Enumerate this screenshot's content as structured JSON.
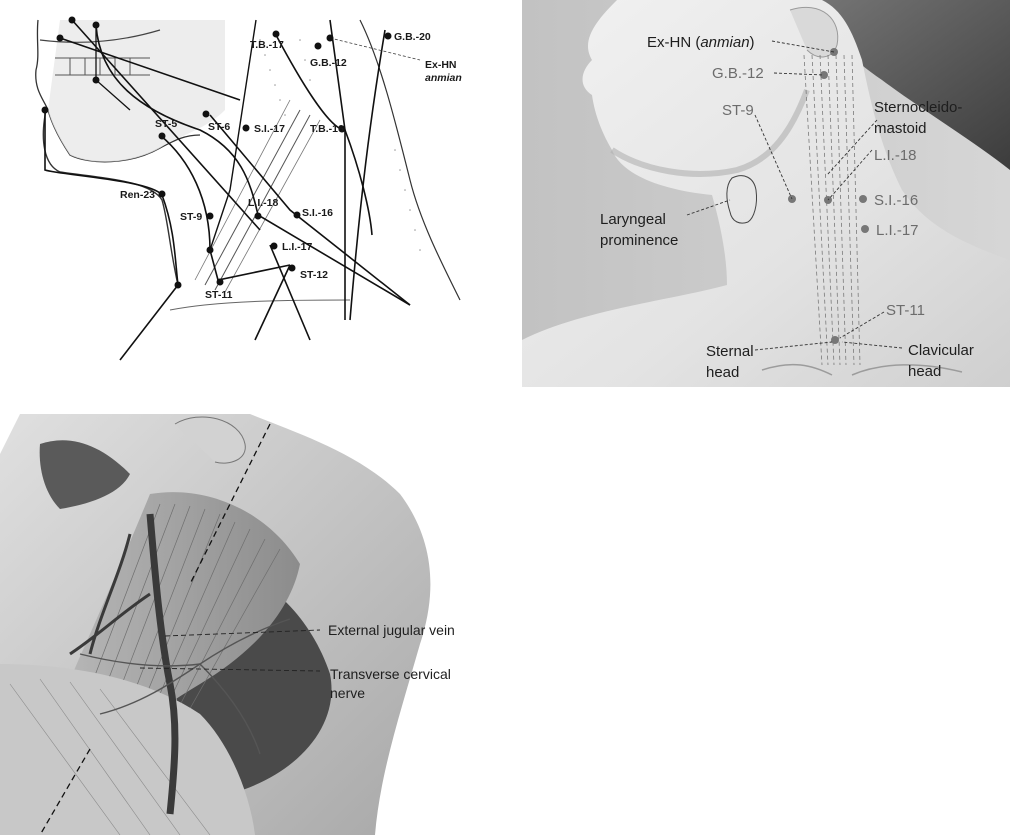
{
  "panel_a": {
    "points": [
      {
        "id": "gb20",
        "label": "G.B.-20"
      },
      {
        "id": "tb17",
        "label": "T.B.-17"
      },
      {
        "id": "gb12",
        "label": "G.B.-12"
      },
      {
        "id": "exhn",
        "label": "Ex-HN",
        "sub": "anmian"
      },
      {
        "id": "st5",
        "label": "ST-5"
      },
      {
        "id": "st6",
        "label": "ST-6"
      },
      {
        "id": "si17",
        "label": "S.I.-17"
      },
      {
        "id": "tb16",
        "label": "T.B.-16"
      },
      {
        "id": "ren23",
        "label": "Ren-23"
      },
      {
        "id": "st9",
        "label": "ST-9"
      },
      {
        "id": "li18",
        "label": "L.I.-18"
      },
      {
        "id": "si16",
        "label": "S.I.-16"
      },
      {
        "id": "li17",
        "label": "L.I.-17"
      },
      {
        "id": "st12",
        "label": "ST-12"
      },
      {
        "id": "st11",
        "label": "ST-11"
      }
    ]
  },
  "panel_b": {
    "exhn": {
      "label": "Ex-HN",
      "paren_open": "(",
      "italic": "anmian",
      "paren_close": ")"
    },
    "gb12": "G.B.-12",
    "st9": "ST-9",
    "scm_line1": "Sternocleido-",
    "scm_line2": "mastoid",
    "li18": "L.I.-18",
    "si16": "S.I.-16",
    "li17": "L.I.-17",
    "laryngeal_line1": "Laryngeal",
    "laryngeal_line2": "prominence",
    "st11": "ST-11",
    "sternal_line1": "Sternal",
    "sternal_line2": "head",
    "clavicular_line1": "Clavicular",
    "clavicular_line2": "head"
  },
  "panel_c": {
    "ejv": "External jugular vein",
    "tcn_line1": "Transverse cervical",
    "tcn_line2": "nerve"
  }
}
